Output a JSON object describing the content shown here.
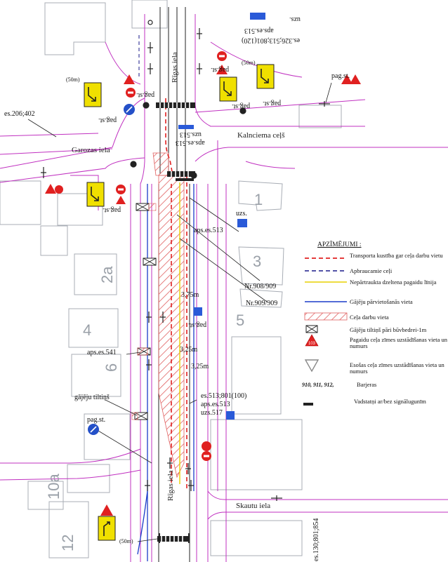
{
  "streets": {
    "rigas_top": "Rīgas iela",
    "rigas_bottom": "Rīgas iela",
    "kalnciema": "Kalnciema ceļš",
    "garozas": "Garozas iela",
    "skautu": "Skautu iela"
  },
  "annotations": {
    "es_206_402": "es.206;402",
    "es_326_513": "es.326;513;801(120)",
    "aps_es_513_top": "aps.es.513",
    "uzs_top": "uzs.",
    "uzs_513": "uzs.513",
    "aps_es_513_mid": "aps.es.513",
    "uzs_mid": "uzs.",
    "aps_es_541": "aps.es.541",
    "nr_908_909": "Nr.908/909",
    "nr_909_909": "Nr.909/909",
    "dist_375": "3,75m",
    "dist_325a": "3,25m",
    "dist_325b": "3,25m",
    "es_513_801": "es.513;801(100)",
    "aps_es_513_low": "aps.es.513",
    "uzs_517": "uzs.517",
    "gajeju_tiltins": "gājēju tiltiņš",
    "es_130_801_854": "es.130;801;854",
    "dist_50_top_left": "(50m)",
    "dist_50_top_right": "(50m)",
    "dist_50_bottom": "(50m)"
  },
  "pag_st_labels": [
    "pag.st.",
    "pag.st.",
    "pag.st.",
    "pag.st.",
    "pag.st.",
    "pag.st.",
    "pag.st.",
    "pag.st.",
    "pag.st."
  ],
  "house_numbers": [
    "1",
    "3",
    "5",
    "2a",
    "4",
    "6",
    "10a",
    "12"
  ],
  "legend": {
    "title": "APZĪMĒJUMI :",
    "items": [
      "Transporta kustība gar ceļa darbu vietu",
      "Apbraucamie ceļi",
      "Nepārtraukta dzeltena pagaidu līnija",
      "Gājēju pārvietošanās vieta",
      "Ceļa darbu vieta",
      "Gājēju tiltiņš pāri būvbedrei-1m",
      "Pagaidu ceļa zīmes uzstādīšanas vieta un numurs",
      "Esošas ceļa zīmes uzstādīšanas vieta un numurs",
      "Barjeras",
      "Vadstatņi ar/bez signālugunīm"
    ],
    "barrier_codes": "910, 911, 912,",
    "colors": {
      "traffic": "#e02020",
      "detour": "#1a1a8a",
      "yellow_line": "#e8d000",
      "pedestrian": "#1a3cc8",
      "work_zone": "#e06060",
      "roads": "#c020c0",
      "buildings": "#9aa0a8"
    }
  },
  "icons": [
    "warning-sign-icon",
    "no-entry-sign-icon",
    "lane-shift-sign-icon",
    "mandatory-direction-icon",
    "give-way-sign-icon",
    "pedestrian-bridge-icon",
    "barrier-icon",
    "light-post-icon"
  ]
}
